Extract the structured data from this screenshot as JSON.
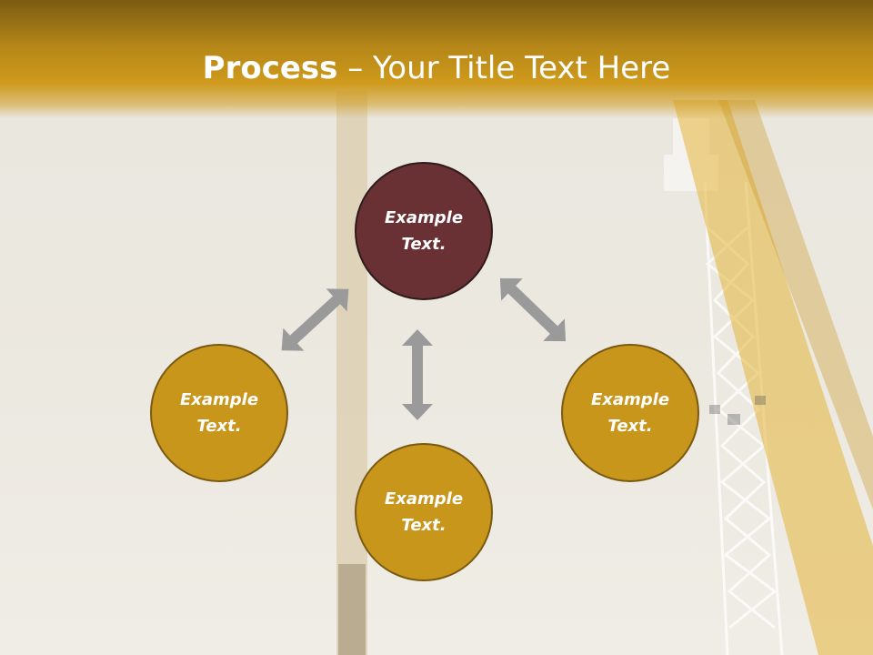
{
  "title": {
    "bold": "Process",
    "separator": " – ",
    "rest": "Your Title Text Here"
  },
  "nodes": [
    {
      "line1": "Example",
      "line2": "Text."
    },
    {
      "line1": "Example",
      "line2": "Text."
    },
    {
      "line1": "Example",
      "line2": "Text."
    },
    {
      "line1": "Example",
      "line2": "Text."
    }
  ],
  "colors": {
    "header": "#c9961c",
    "node_gold": "#c9961c",
    "node_maroon": "#6a3134",
    "arrow": "#9a9a9a"
  },
  "icons": {
    "arrow": "double-headed-arrow-icon"
  }
}
